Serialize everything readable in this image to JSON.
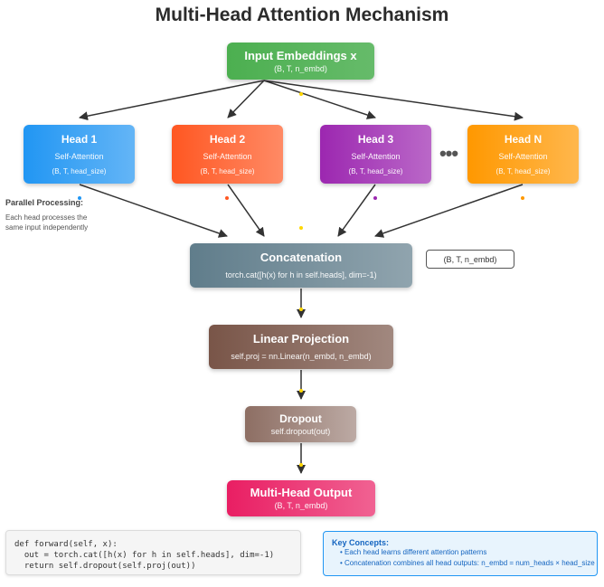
{
  "title": "Multi-Head Attention Mechanism",
  "input": {
    "title": "Input Embeddings x",
    "shape": "(B, T, n_embd)"
  },
  "heads": [
    {
      "title": "Head 1",
      "subtitle": "Self-Attention",
      "shape": "(B, T, head_size)",
      "color": "#2196f3"
    },
    {
      "title": "Head 2",
      "subtitle": "Self-Attention",
      "shape": "(B, T, head_size)",
      "color": "#ff5722"
    },
    {
      "title": "Head 3",
      "subtitle": "Self-Attention",
      "shape": "(B, T, head_size)",
      "color": "#9c27b0"
    },
    {
      "title": "Head N",
      "subtitle": "Self-Attention",
      "shape": "(B, T, head_size)",
      "color": "#ff9800"
    }
  ],
  "ellipsis": "•••",
  "parallel_note": {
    "title": "Parallel Processing:",
    "body": "Each head processes the same input independently"
  },
  "concat": {
    "title": "Concatenation",
    "code": "torch.cat([h(x) for h in self.heads], dim=-1)",
    "shape_label": "(B, T, n_embd)"
  },
  "linear": {
    "title": "Linear Projection",
    "code": "self.proj = nn.Linear(n_embd, n_embd)"
  },
  "dropout": {
    "title": "Dropout",
    "code": "self.dropout(out)"
  },
  "output": {
    "title": "Multi-Head Output",
    "shape": "(B, T, n_embd)"
  },
  "code_snippet": [
    "def forward(self, x):",
    "  out = torch.cat([h(x) for h in self.heads], dim=-1)",
    "  return self.dropout(self.proj(out))"
  ],
  "key_concepts": {
    "title": "Key Concepts:",
    "items": [
      "• Each head learns different attention patterns",
      "• Concatenation combines all head outputs: n_embd = num_heads × head_size"
    ]
  },
  "colors": {
    "arrow": "#333333",
    "flow_dot": "#ffd700"
  }
}
